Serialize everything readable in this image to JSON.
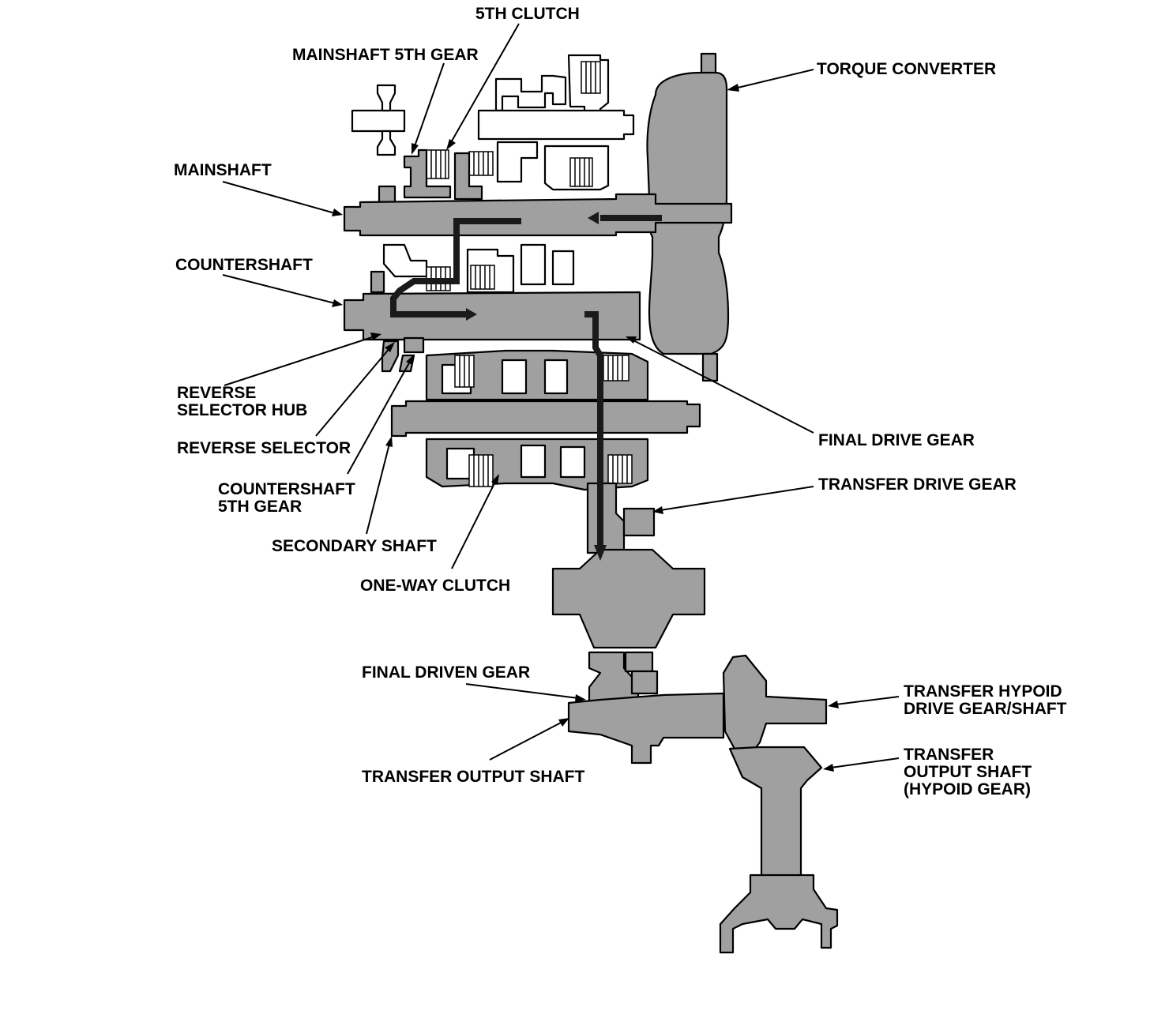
{
  "labels": {
    "fifth_clutch": "5TH CLUTCH",
    "mainshaft_5th_gear": "MAINSHAFT 5TH GEAR",
    "torque_converter": "TORQUE CONVERTER",
    "mainshaft": "MAINSHAFT",
    "countershaft": "COUNTERSHAFT",
    "reverse_selector_hub_1": "REVERSE",
    "reverse_selector_hub_2": "SELECTOR HUB",
    "reverse_selector": "REVERSE SELECTOR",
    "countershaft_5th_gear_1": "COUNTERSHAFT",
    "countershaft_5th_gear_2": "5TH GEAR",
    "secondary_shaft": "SECONDARY SHAFT",
    "one_way_clutch": "ONE-WAY CLUTCH",
    "final_drive_gear": "FINAL DRIVE GEAR",
    "transfer_drive_gear": "TRANSFER DRIVE GEAR",
    "final_driven_gear": "FINAL DRIVEN GEAR",
    "transfer_output_shaft": "TRANSFER OUTPUT SHAFT",
    "transfer_hypoid_1": "TRANSFER HYPOID",
    "transfer_hypoid_2": "DRIVE GEAR/SHAFT",
    "transfer_output_hypoid_1": "TRANSFER",
    "transfer_output_hypoid_2": "OUTPUT SHAFT",
    "transfer_output_hypoid_3": "(HYPOID GEAR)"
  },
  "colors": {
    "part_fill": "#a0a0a0",
    "part_light": "#c8c8c8",
    "power_flow": "#1a1a1a",
    "background": "#ffffff"
  }
}
